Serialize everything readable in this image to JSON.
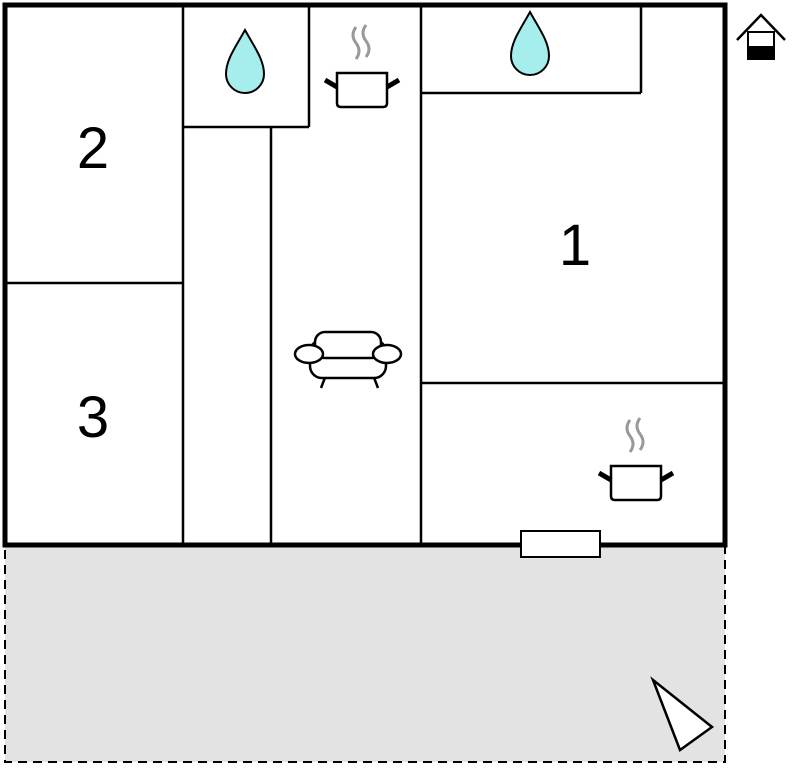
{
  "plan": {
    "rooms": [
      {
        "label": "2",
        "type": "bedroom"
      },
      {
        "label": "3",
        "type": "bedroom"
      },
      {
        "label": "1",
        "type": "bedroom"
      }
    ],
    "icons": [
      "water-drop-icon",
      "water-drop-icon",
      "cooking-pot-icon",
      "cooking-pot-icon",
      "sofa-icon",
      "house-icon",
      "north-arrow-icon"
    ]
  },
  "colors": {
    "wall": "#000000",
    "terrace": "#e3e3e3",
    "water": "#a6eeee",
    "steam": "#999999"
  }
}
